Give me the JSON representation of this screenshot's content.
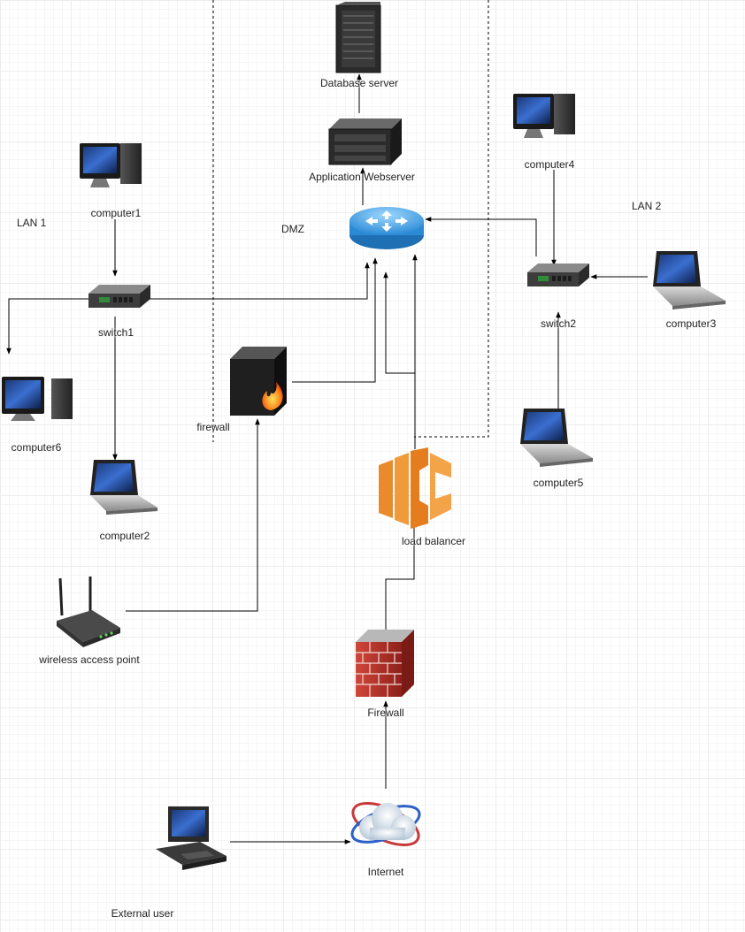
{
  "diagram": {
    "zones": {
      "lan1": "LAN 1",
      "lan2": "LAN 2",
      "dmz": "DMZ"
    },
    "nodes": {
      "database_server": "Database server",
      "app_webserver": "Application Webserver",
      "computer1": "computer1",
      "computer2": "computer2",
      "computer3": "computer3",
      "computer4": "computer4",
      "computer5": "computer5",
      "computer6": "computer6",
      "switch1": "switch1",
      "switch2": "switch2",
      "firewall_dmz": "firewall",
      "load_balancer": "load balancer",
      "wireless_ap": "wireless access point",
      "firewall_edge": "Firewall",
      "internet": "Internet",
      "external_user": "External user"
    },
    "connections": [
      [
        "app_webserver",
        "database_server"
      ],
      [
        "router",
        "app_webserver"
      ],
      [
        "computer1",
        "switch1"
      ],
      [
        "switch1",
        "computer6"
      ],
      [
        "switch1",
        "computer2"
      ],
      [
        "switch1",
        "router"
      ],
      [
        "computer4",
        "switch2"
      ],
      [
        "computer3",
        "switch2"
      ],
      [
        "computer5",
        "switch2"
      ],
      [
        "switch2",
        "router"
      ],
      [
        "firewall_dmz",
        "router"
      ],
      [
        "wireless_ap",
        "firewall_dmz"
      ],
      [
        "load_balancer",
        "router"
      ],
      [
        "firewall_edge",
        "load_balancer"
      ],
      [
        "internet",
        "firewall_edge"
      ],
      [
        "external_user",
        "internet"
      ]
    ]
  }
}
